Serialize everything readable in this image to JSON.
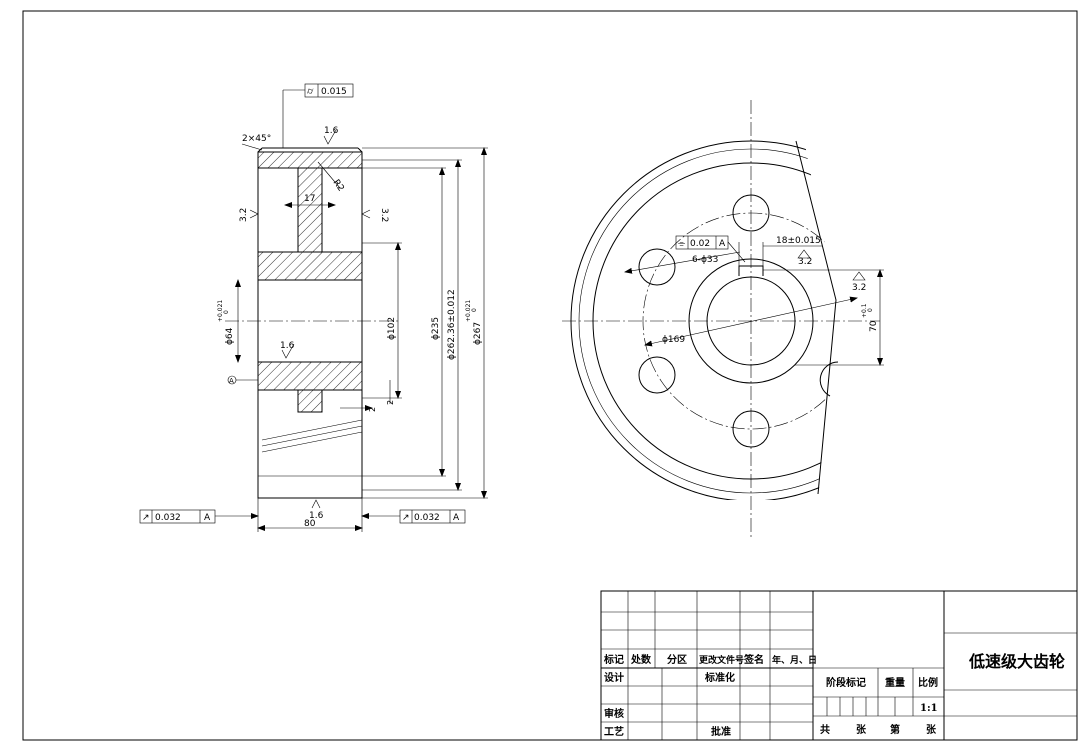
{
  "left_view": {
    "runout_box_top": "0.015",
    "chamfer": "2×45°",
    "rough_top": "1.6",
    "fillet": "R2",
    "web_width": "17",
    "rough_left": "3.2",
    "rough_right": "3.2",
    "rough_hub": "1.6",
    "rough_bottom": "1.6",
    "bore_dia": "ϕ64",
    "bore_tol_upper": "+0.021",
    "bore_tol_lower": "0",
    "datum": "A",
    "hub_dia": "ϕ102",
    "root_dia": "ϕ235",
    "pitch_dia": "ϕ262.36±0.012",
    "tip_dia": "ϕ267",
    "tip_tol_upper": "+0.021",
    "tip_tol_lower": "0",
    "gap_a": "2",
    "gap_b": "2",
    "width": "80",
    "runout_left": "0.032",
    "runout_left_datum": "A",
    "runout_right": "0.032",
    "runout_right_datum": "A"
  },
  "right_view": {
    "sym_tol": "0.02",
    "sym_datum": "A",
    "holes": "6-ϕ33",
    "key_width": "18±0.015",
    "rough_key": "3.2",
    "rough_key2": "3.2",
    "key_depth": "70",
    "key_depth_tol_upper": "+0.1",
    "key_depth_tol_lower": "0",
    "pcd": "ϕ169"
  },
  "title_block": {
    "h_mark": "标记",
    "h_count": "处数",
    "h_zone": "分区",
    "h_docno": "更改文件号",
    "h_sign": "签名",
    "h_date": "年、月、日",
    "design": "设计",
    "standard": "标准化",
    "review": "审核",
    "process": "工艺",
    "approve": "批准",
    "stage": "阶段标记",
    "weight": "重量",
    "scale_label": "比例",
    "scale": "1:1",
    "total": "共",
    "sheets1": "张",
    "page": "第",
    "sheets2": "张",
    "drawing_title": "低速级大齿轮"
  }
}
